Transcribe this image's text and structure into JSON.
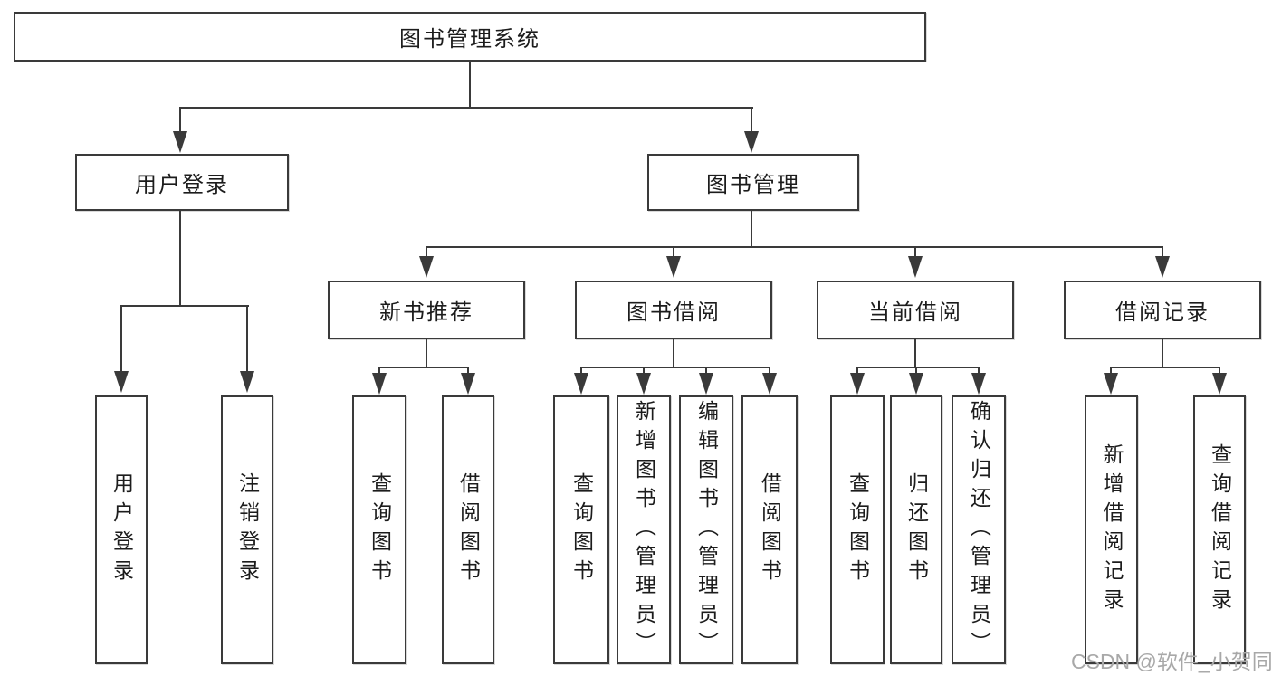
{
  "diagram": {
    "tree": {
      "label": "图书管理系统",
      "children": [
        {
          "label": "用户登录",
          "children": [
            {
              "label": "用户登录"
            },
            {
              "label": "注销登录"
            }
          ]
        },
        {
          "label": "图书管理",
          "children": [
            {
              "label": "新书推荐",
              "children": [
                {
                  "label": "查询图书"
                },
                {
                  "label": "借阅图书"
                }
              ]
            },
            {
              "label": "图书借阅",
              "children": [
                {
                  "label": "查询图书"
                },
                {
                  "label": "新增图书（管理员）"
                },
                {
                  "label": "编辑图书（管理员）"
                },
                {
                  "label": "借阅图书"
                }
              ]
            },
            {
              "label": "当前借阅",
              "children": [
                {
                  "label": "查询图书"
                },
                {
                  "label": "归还图书"
                },
                {
                  "label": "确认归还（管理员）"
                }
              ]
            },
            {
              "label": "借阅记录",
              "children": [
                {
                  "label": "新增借阅记录"
                },
                {
                  "label": "查询借阅记录"
                }
              ]
            }
          ]
        }
      ]
    },
    "watermark": "CSDN @软件_小贺同学",
    "colors": {
      "line": "#3a3a3a",
      "text": "#1c1c1c",
      "watermark": "#a8a8a8",
      "background": "#ffffff"
    }
  }
}
